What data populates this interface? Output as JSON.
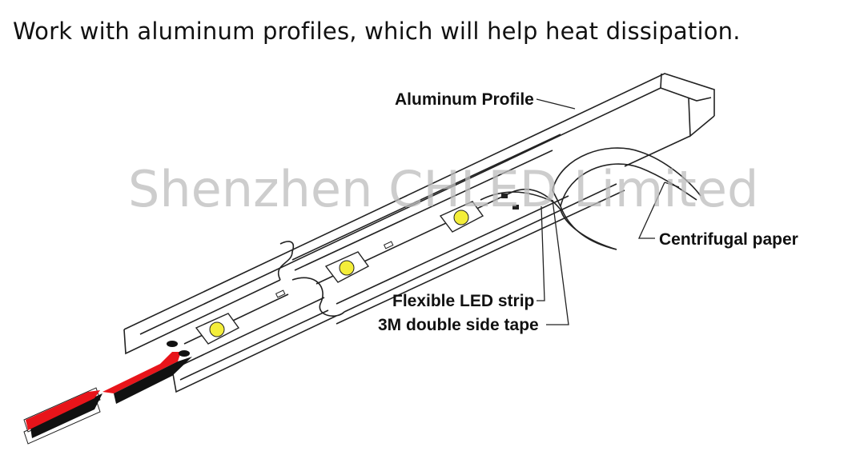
{
  "title": "Work with aluminum profiles, which will help heat dissipation.",
  "labels": {
    "aluminum_profile": "Aluminum Profile",
    "centrifugal_paper": "Centrifugal paper",
    "flexible_led_strip": "Flexible LED strip",
    "tape": "3M double side tape"
  },
  "watermark": "Shenzhen CHLED Limited",
  "colors": {
    "wire_red": "#e8141a",
    "wire_black": "#111111",
    "led": "#f4ee3a",
    "line": "#222222"
  }
}
